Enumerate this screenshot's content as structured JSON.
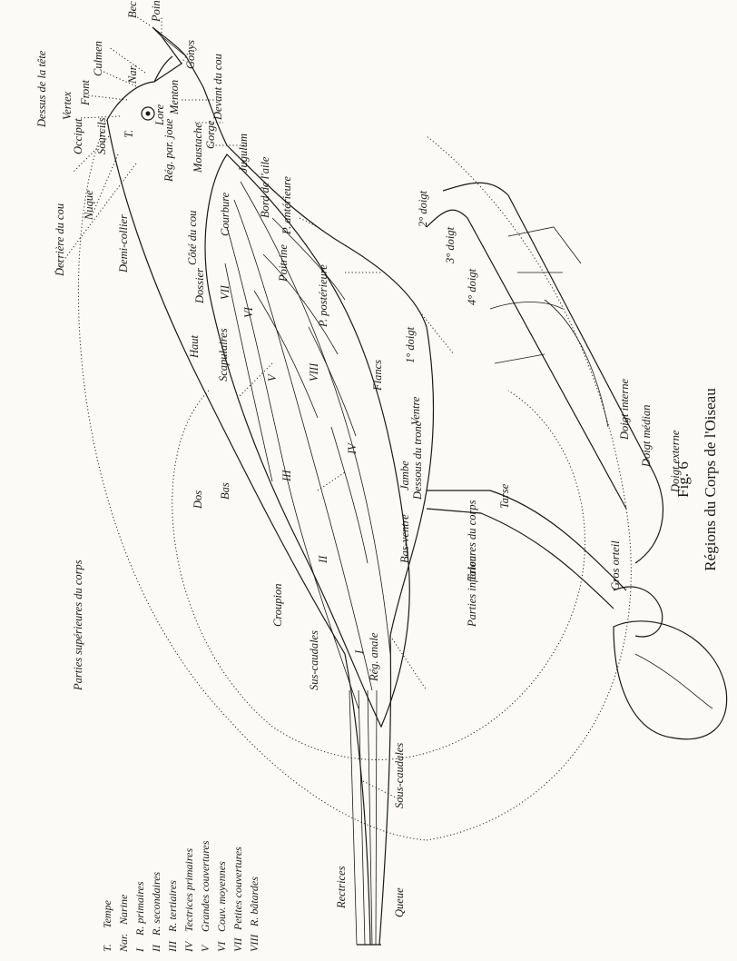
{
  "figure": {
    "number": "Fig. 6",
    "title": "Régions du Corps de l'Oiseau"
  },
  "labels": {
    "bec": "Bec",
    "pointe": "Pointe",
    "culmen": "Culmen",
    "gonys": "Gonys",
    "nar": "Nar.",
    "menton": "Menton",
    "devant_du_cou": "Devant du cou",
    "gorge": "Gorge",
    "jugulum": "Jugulum",
    "front": "Front",
    "lore": "Lore",
    "vertex": "Vertex",
    "dessus_de_la_tete": "Dessus de la tête",
    "sourcils": "Sourcils",
    "occiput": "Occiput",
    "t": "T.",
    "reg_par_joue": "Rég. par. joue",
    "moustache": "Moustache",
    "cote_du_cou": "Côté du cou",
    "nuque": "Nuque",
    "derriere_du_cou": "Derrière du cou",
    "demi_collier": "Demi-collier",
    "courbure": "Courbure",
    "dossier": "Dossier",
    "bord_de_laile": "Bord de l'aile",
    "poitrine": "Poitrine",
    "p_anterieure": "P. antérieure",
    "p_posterieure": "P. postérieure",
    "doigt_2": "2° doigt",
    "doigt_3": "3° doigt",
    "doigt_4": "4° doigt",
    "doigt_1": "1° doigt",
    "haut": "Haut",
    "scapulaires": "Scapulaires",
    "flancs": "Flancs",
    "ventre": "Ventre",
    "dessous_du_tronc": "Dessous du tronc",
    "parties_inferieures": "Parties inférieures du corps",
    "parties_superieures": "Parties supérieures du corps",
    "dos": "Dos",
    "bas": "Bas",
    "jambe": "Jambe",
    "bas_ventre": "Bas-ventre",
    "tarse": "Tarse",
    "doigt_interne": "Doigt interne",
    "doigt_median": "Doigt médian",
    "doigt_externe": "Doigt externe",
    "gros_orteil": "Gros orteil",
    "talon": "Talon",
    "croupion": "Croupion",
    "sus_caudales": "Sus-caudales",
    "reg_anale": "Rég. anale",
    "sous_caudales": "Sous-caudales",
    "rectrices": "Rectrices",
    "queue": "Queue",
    "r1": "I",
    "r2": "II",
    "r3": "III",
    "r4": "IV",
    "r5": "V",
    "r6": "VI",
    "r7": "VII",
    "r8": "VIII"
  },
  "legend": [
    {
      "key": "T.",
      "text": "Tempe"
    },
    {
      "key": "Nar.",
      "text": "Narine"
    },
    {
      "key": "I",
      "text": "R. primaires"
    },
    {
      "key": "II",
      "text": "R. secondaires"
    },
    {
      "key": "III",
      "text": "R. tertiaires"
    },
    {
      "key": "IV",
      "text": "Tectrices primaires"
    },
    {
      "key": "V",
      "text": "Grandes couvertures"
    },
    {
      "key": "VI",
      "text": "Couv. moyennes"
    },
    {
      "key": "VII",
      "text": "Petites couvertures"
    },
    {
      "key": "VIII",
      "text": "R. bâtardes"
    }
  ]
}
